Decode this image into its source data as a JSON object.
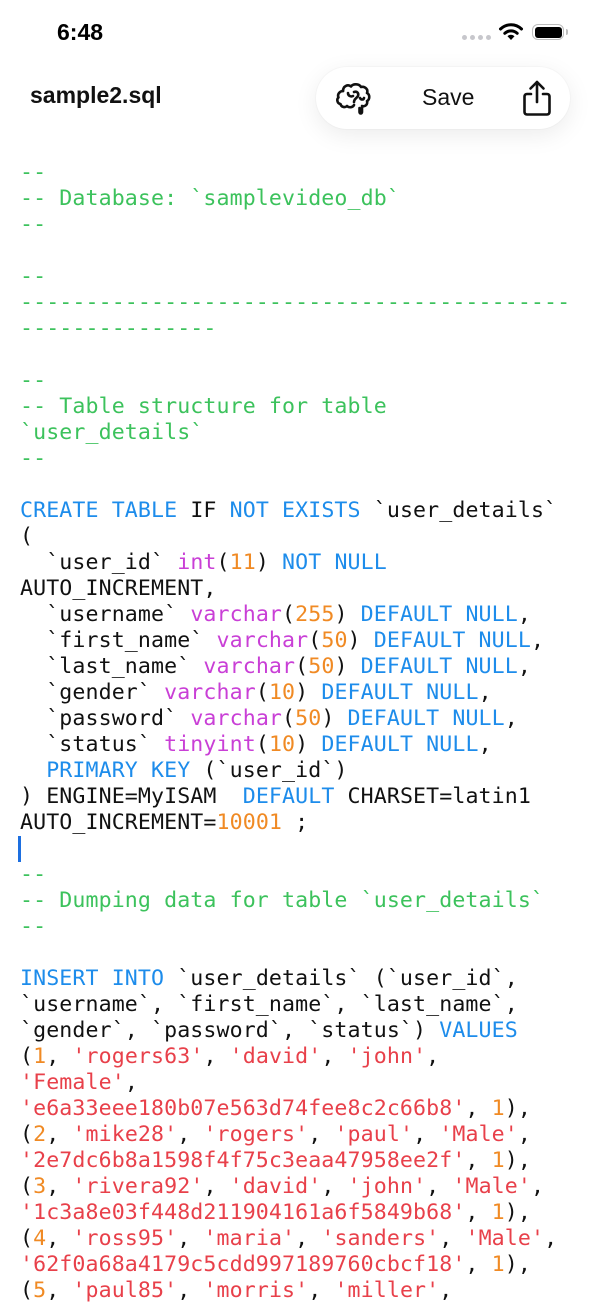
{
  "status_bar": {
    "time": "6:48",
    "wifi_icon": "wifi-icon",
    "battery_icon": "battery-full-icon"
  },
  "nav": {
    "title": "sample2.sql",
    "brain_icon": "brain-icon",
    "save_label": "Save",
    "share_icon": "share-icon"
  },
  "editor": {
    "lines": [
      [
        {
          "t": "--",
          "c": "c"
        }
      ],
      [
        {
          "t": "-- Database: `samplevideo_db`",
          "c": "c"
        }
      ],
      [
        {
          "t": "--",
          "c": "c"
        }
      ],
      [],
      [
        {
          "t": "--",
          "c": "c"
        }
      ],
      [
        {
          "t": "------------------------------------------",
          "c": "c"
        }
      ],
      [
        {
          "t": "---------------",
          "c": "c"
        }
      ],
      [],
      [
        {
          "t": "--",
          "c": "c"
        }
      ],
      [
        {
          "t": "-- Table structure for table",
          "c": "c"
        }
      ],
      [
        {
          "t": "`user_details`",
          "c": "c"
        }
      ],
      [
        {
          "t": "--",
          "c": "c"
        }
      ],
      [],
      [
        {
          "t": "CREATE TABLE",
          "c": "k"
        },
        {
          "t": " IF "
        },
        {
          "t": "NOT EXISTS",
          "c": "k"
        },
        {
          "t": " `user_details`"
        }
      ],
      [
        {
          "t": "("
        }
      ],
      [
        {
          "t": "  `user_id` "
        },
        {
          "t": "int",
          "c": "t"
        },
        {
          "t": "("
        },
        {
          "t": "11",
          "c": "n"
        },
        {
          "t": ") "
        },
        {
          "t": "NOT NULL",
          "c": "k"
        }
      ],
      [
        {
          "t": "AUTO_INCREMENT,"
        }
      ],
      [
        {
          "t": "  `username` "
        },
        {
          "t": "varchar",
          "c": "t"
        },
        {
          "t": "("
        },
        {
          "t": "255",
          "c": "n"
        },
        {
          "t": ") "
        },
        {
          "t": "DEFAULT NULL",
          "c": "k"
        },
        {
          "t": ","
        }
      ],
      [
        {
          "t": "  `first_name` "
        },
        {
          "t": "varchar",
          "c": "t"
        },
        {
          "t": "("
        },
        {
          "t": "50",
          "c": "n"
        },
        {
          "t": ") "
        },
        {
          "t": "DEFAULT NULL",
          "c": "k"
        },
        {
          "t": ","
        }
      ],
      [
        {
          "t": "  `last_name` "
        },
        {
          "t": "varchar",
          "c": "t"
        },
        {
          "t": "("
        },
        {
          "t": "50",
          "c": "n"
        },
        {
          "t": ") "
        },
        {
          "t": "DEFAULT NULL",
          "c": "k"
        },
        {
          "t": ","
        }
      ],
      [
        {
          "t": "  `gender` "
        },
        {
          "t": "varchar",
          "c": "t"
        },
        {
          "t": "("
        },
        {
          "t": "10",
          "c": "n"
        },
        {
          "t": ") "
        },
        {
          "t": "DEFAULT NULL",
          "c": "k"
        },
        {
          "t": ","
        }
      ],
      [
        {
          "t": "  `password` "
        },
        {
          "t": "varchar",
          "c": "t"
        },
        {
          "t": "("
        },
        {
          "t": "50",
          "c": "n"
        },
        {
          "t": ") "
        },
        {
          "t": "DEFAULT NULL",
          "c": "k"
        },
        {
          "t": ","
        }
      ],
      [
        {
          "t": "  `status` "
        },
        {
          "t": "tinyint",
          "c": "t"
        },
        {
          "t": "("
        },
        {
          "t": "10",
          "c": "n"
        },
        {
          "t": ") "
        },
        {
          "t": "DEFAULT NULL",
          "c": "k"
        },
        {
          "t": ","
        }
      ],
      [
        {
          "t": "  "
        },
        {
          "t": "PRIMARY KEY",
          "c": "k"
        },
        {
          "t": " (`user_id`)"
        }
      ],
      [
        {
          "t": ") ENGINE=MyISAM  "
        },
        {
          "t": "DEFAULT",
          "c": "k"
        },
        {
          "t": " CHARSET=latin1"
        }
      ],
      [
        {
          "t": "AUTO_INCREMENT="
        },
        {
          "t": "10001",
          "c": "n"
        },
        {
          "t": " ;"
        }
      ],
      [
        {
          "cursor": true
        }
      ],
      [
        {
          "t": "--",
          "c": "c"
        }
      ],
      [
        {
          "t": "-- Dumping data for table `user_details`",
          "c": "c"
        }
      ],
      [
        {
          "t": "--",
          "c": "c"
        }
      ],
      [],
      [
        {
          "t": "INSERT INTO",
          "c": "k"
        },
        {
          "t": " `user_details` (`user_id`,"
        }
      ],
      [
        {
          "t": "`username`, `first_name`, `last_name`,"
        }
      ],
      [
        {
          "t": "`gender`, `password`, `status`) "
        },
        {
          "t": "VALUES",
          "c": "k"
        }
      ],
      [
        {
          "t": "("
        },
        {
          "t": "1",
          "c": "n"
        },
        {
          "t": ", "
        },
        {
          "t": "'rogers63'",
          "c": "s"
        },
        {
          "t": ", "
        },
        {
          "t": "'david'",
          "c": "s"
        },
        {
          "t": ", "
        },
        {
          "t": "'john'",
          "c": "s"
        },
        {
          "t": ","
        }
      ],
      [
        {
          "t": "'Female'",
          "c": "s"
        },
        {
          "t": ","
        }
      ],
      [
        {
          "t": "'e6a33eee180b07e563d74fee8c2c66b8'",
          "c": "s"
        },
        {
          "t": ", "
        },
        {
          "t": "1",
          "c": "n"
        },
        {
          "t": "),"
        }
      ],
      [
        {
          "t": "("
        },
        {
          "t": "2",
          "c": "n"
        },
        {
          "t": ", "
        },
        {
          "t": "'mike28'",
          "c": "s"
        },
        {
          "t": ", "
        },
        {
          "t": "'rogers'",
          "c": "s"
        },
        {
          "t": ", "
        },
        {
          "t": "'paul'",
          "c": "s"
        },
        {
          "t": ", "
        },
        {
          "t": "'Male'",
          "c": "s"
        },
        {
          "t": ","
        }
      ],
      [
        {
          "t": "'2e7dc6b8a1598f4f75c3eaa47958ee2f'",
          "c": "s"
        },
        {
          "t": ", "
        },
        {
          "t": "1",
          "c": "n"
        },
        {
          "t": "),"
        }
      ],
      [
        {
          "t": "("
        },
        {
          "t": "3",
          "c": "n"
        },
        {
          "t": ", "
        },
        {
          "t": "'rivera92'",
          "c": "s"
        },
        {
          "t": ", "
        },
        {
          "t": "'david'",
          "c": "s"
        },
        {
          "t": ", "
        },
        {
          "t": "'john'",
          "c": "s"
        },
        {
          "t": ", "
        },
        {
          "t": "'Male'",
          "c": "s"
        },
        {
          "t": ","
        }
      ],
      [
        {
          "t": "'1c3a8e03f448d211904161a6f5849b68'",
          "c": "s"
        },
        {
          "t": ", "
        },
        {
          "t": "1",
          "c": "n"
        },
        {
          "t": "),"
        }
      ],
      [
        {
          "t": "("
        },
        {
          "t": "4",
          "c": "n"
        },
        {
          "t": ", "
        },
        {
          "t": "'ross95'",
          "c": "s"
        },
        {
          "t": ", "
        },
        {
          "t": "'maria'",
          "c": "s"
        },
        {
          "t": ", "
        },
        {
          "t": "'sanders'",
          "c": "s"
        },
        {
          "t": ", "
        },
        {
          "t": "'Male'",
          "c": "s"
        },
        {
          "t": ","
        }
      ],
      [
        {
          "t": "'62f0a68a4179c5cdd997189760cbcf18'",
          "c": "s"
        },
        {
          "t": ", "
        },
        {
          "t": "1",
          "c": "n"
        },
        {
          "t": "),"
        }
      ],
      [
        {
          "t": "("
        },
        {
          "t": "5",
          "c": "n"
        },
        {
          "t": ", "
        },
        {
          "t": "'paul85'",
          "c": "s"
        },
        {
          "t": ", "
        },
        {
          "t": "'morris'",
          "c": "s"
        },
        {
          "t": ", "
        },
        {
          "t": "'miller'",
          "c": "s"
        },
        {
          "t": ","
        }
      ]
    ]
  },
  "colors": {
    "comment": "#3cc25c",
    "keyword": "#1d8ceb",
    "type": "#c93fd6",
    "number": "#f08a24",
    "string": "#e8404a",
    "cursor": "#1d6fe0"
  }
}
